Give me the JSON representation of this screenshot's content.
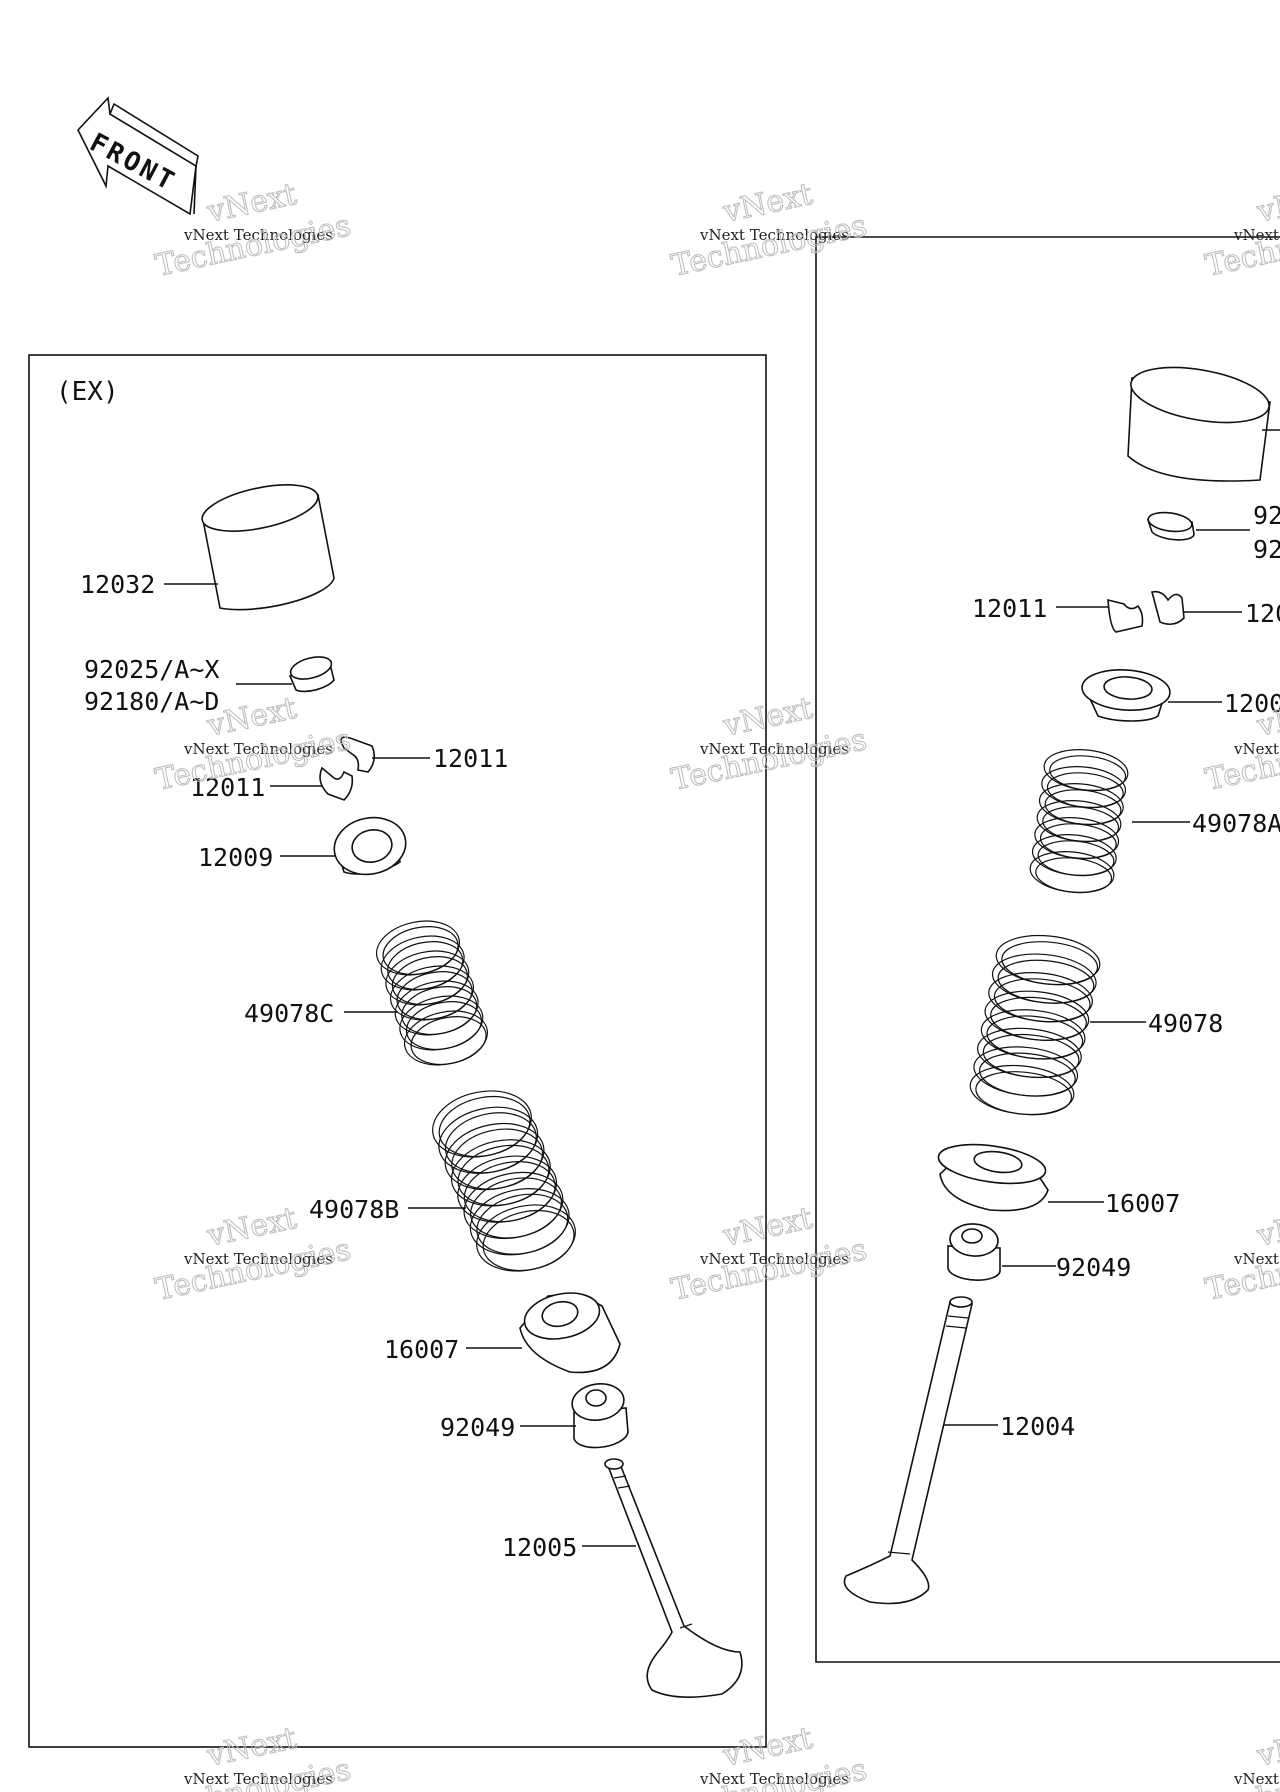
{
  "front_arrow": {
    "label": "FRONT"
  },
  "panels": {
    "exhaust": {
      "label": "(EX)",
      "parts": {
        "tappet": "12032",
        "shim": "92025/A~X",
        "shim_alt": "92180/A~D",
        "cotter_upper": "12011",
        "cotter_lower": "12011",
        "retainer": "12009",
        "inner_spring": "49078C",
        "outer_spring": "49078B",
        "spring_seat": "16007",
        "oil_seal": "92049",
        "valve": "12005"
      }
    },
    "intake": {
      "label": "",
      "parts": {
        "shim": "92",
        "shim_alt": "92",
        "cotter_left": "12011",
        "cotter_right": "120",
        "retainer": "1200",
        "inner_spring": "49078A",
        "outer_spring": "49078",
        "spring_seat": "16007",
        "oil_seal": "92049",
        "valve": "12004"
      }
    }
  },
  "watermark": {
    "line1": "vNext Technologies",
    "line2": "Technologies",
    "line3": "vNext"
  }
}
